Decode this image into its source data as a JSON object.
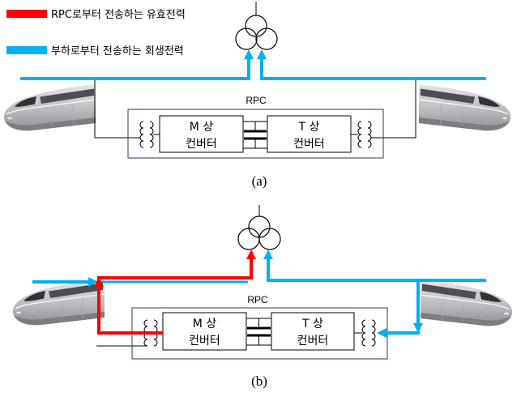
{
  "legend": {
    "items": [
      {
        "label": "RPC로부터 전송하는 유효전력",
        "color": "#ff0000"
      },
      {
        "label": "부하로부터 전송하는 회생전력",
        "color": "#00b0f0"
      }
    ]
  },
  "panels": [
    {
      "caption": "(a)",
      "rpc_label": "RPC",
      "m_converter": {
        "phase": "M 상",
        "label": "컨버터"
      },
      "t_converter": {
        "phase": "T 상",
        "label": "컨버터"
      }
    },
    {
      "caption": "(b)",
      "rpc_label": "RPC",
      "m_converter": {
        "phase": "M 상",
        "label": "컨버터"
      },
      "t_converter": {
        "phase": "T 상",
        "label": "컨버터"
      }
    }
  ]
}
